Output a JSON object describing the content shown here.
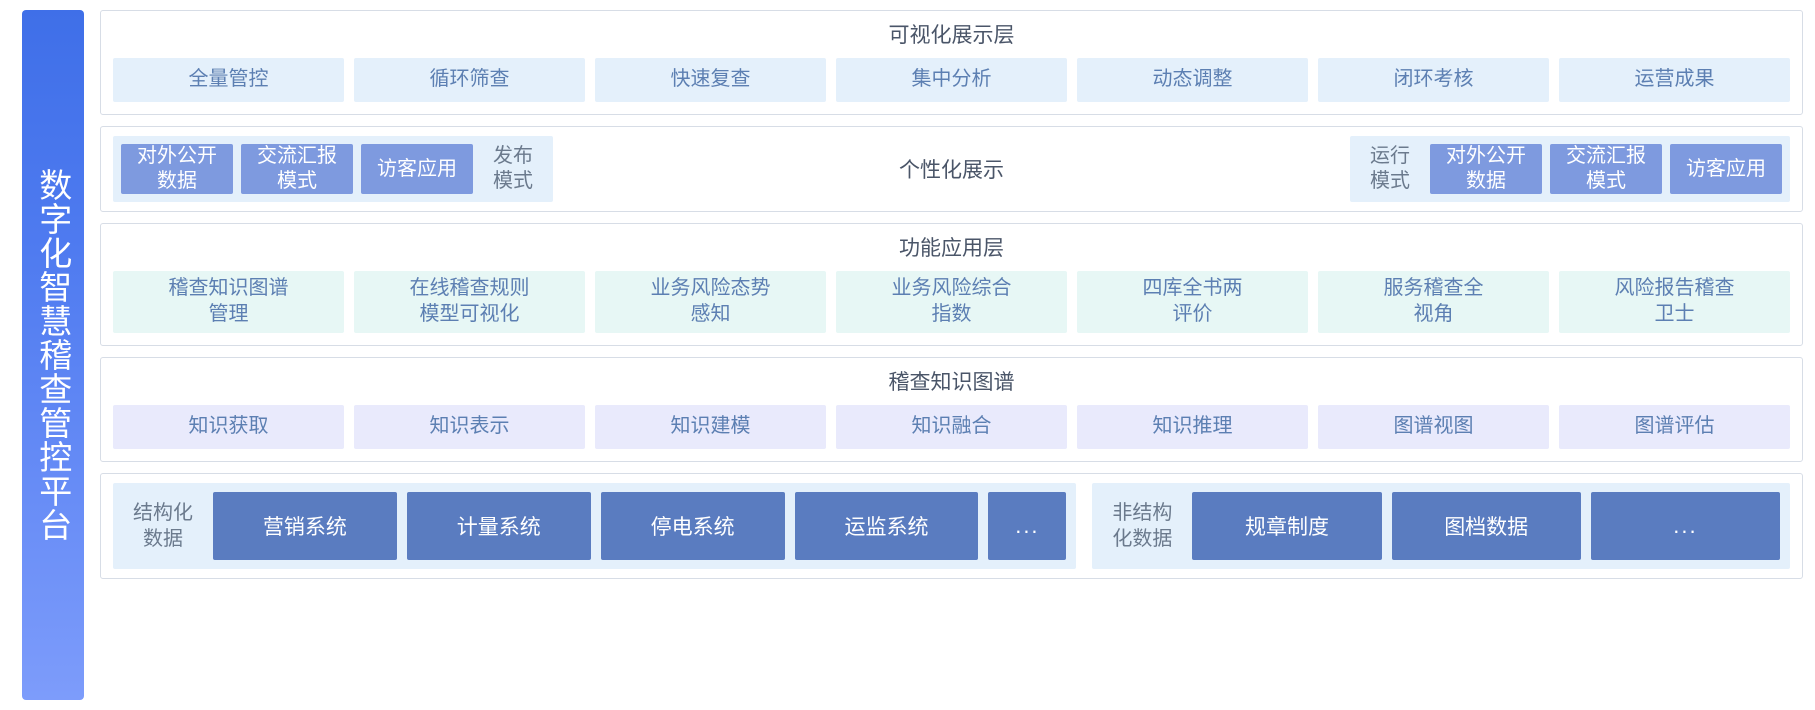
{
  "platform": {
    "vertical_title": "数字化智慧稽查管控平台",
    "gradient_from": "#3f6fe8",
    "gradient_to": "#7d9cfb"
  },
  "layers": {
    "visualization": {
      "title": "可视化展示层",
      "chip_color": "#e4f0fb",
      "items": [
        {
          "label": "全量管控"
        },
        {
          "label": "循环筛查"
        },
        {
          "label": "快速复查"
        },
        {
          "label": "集中分析"
        },
        {
          "label": "动态调整"
        },
        {
          "label": "闭环考核"
        },
        {
          "label": "运营成果"
        }
      ]
    },
    "modes": {
      "group_bg": "#e4f0fb",
      "chip_color": "#7e9adf",
      "center_label": "个性化展示",
      "left_group": [
        {
          "label": "对外公开\n数据",
          "style": "filled"
        },
        {
          "label": "交流汇报\n模式",
          "style": "filled"
        },
        {
          "label": "访客应用",
          "style": "filled"
        },
        {
          "label": "发布\n模式",
          "style": "plain"
        }
      ],
      "right_group": [
        {
          "label": "运行\n模式",
          "style": "plain"
        },
        {
          "label": "对外公开\n数据",
          "style": "filled"
        },
        {
          "label": "交流汇报\n模式",
          "style": "filled"
        },
        {
          "label": "访客应用",
          "style": "filled"
        }
      ]
    },
    "function": {
      "title": "功能应用层",
      "chip_color": "#e7f7f5",
      "items": [
        {
          "label": "稽查知识图谱\n管理"
        },
        {
          "label": "在线稽查规则\n模型可视化"
        },
        {
          "label": "业务风险态势\n感知"
        },
        {
          "label": "业务风险综合\n指数"
        },
        {
          "label": "四库全书两\n评价"
        },
        {
          "label": "服务稽查全\n视角"
        },
        {
          "label": "风险报告稽查\n卫士"
        }
      ]
    },
    "graph": {
      "title": "稽查知识图谱",
      "chip_color": "#e9eafc",
      "items": [
        {
          "label": "知识获取"
        },
        {
          "label": "知识表示"
        },
        {
          "label": "知识建模"
        },
        {
          "label": "知识融合"
        },
        {
          "label": "知识推理"
        },
        {
          "label": "图谱视图"
        },
        {
          "label": "图谱评估"
        }
      ]
    },
    "data": {
      "chip_color": "#5a7cc0",
      "group_bg": "#e4f0fb",
      "structured": {
        "label": "结构化\n数据",
        "items": [
          {
            "label": "营销系统"
          },
          {
            "label": "计量系统"
          },
          {
            "label": "停电系统"
          },
          {
            "label": "运监系统"
          },
          {
            "label": "..."
          }
        ]
      },
      "unstructured": {
        "label": "非结构\n化数据",
        "items": [
          {
            "label": "规章制度"
          },
          {
            "label": "图档数据"
          },
          {
            "label": "..."
          }
        ]
      }
    }
  }
}
